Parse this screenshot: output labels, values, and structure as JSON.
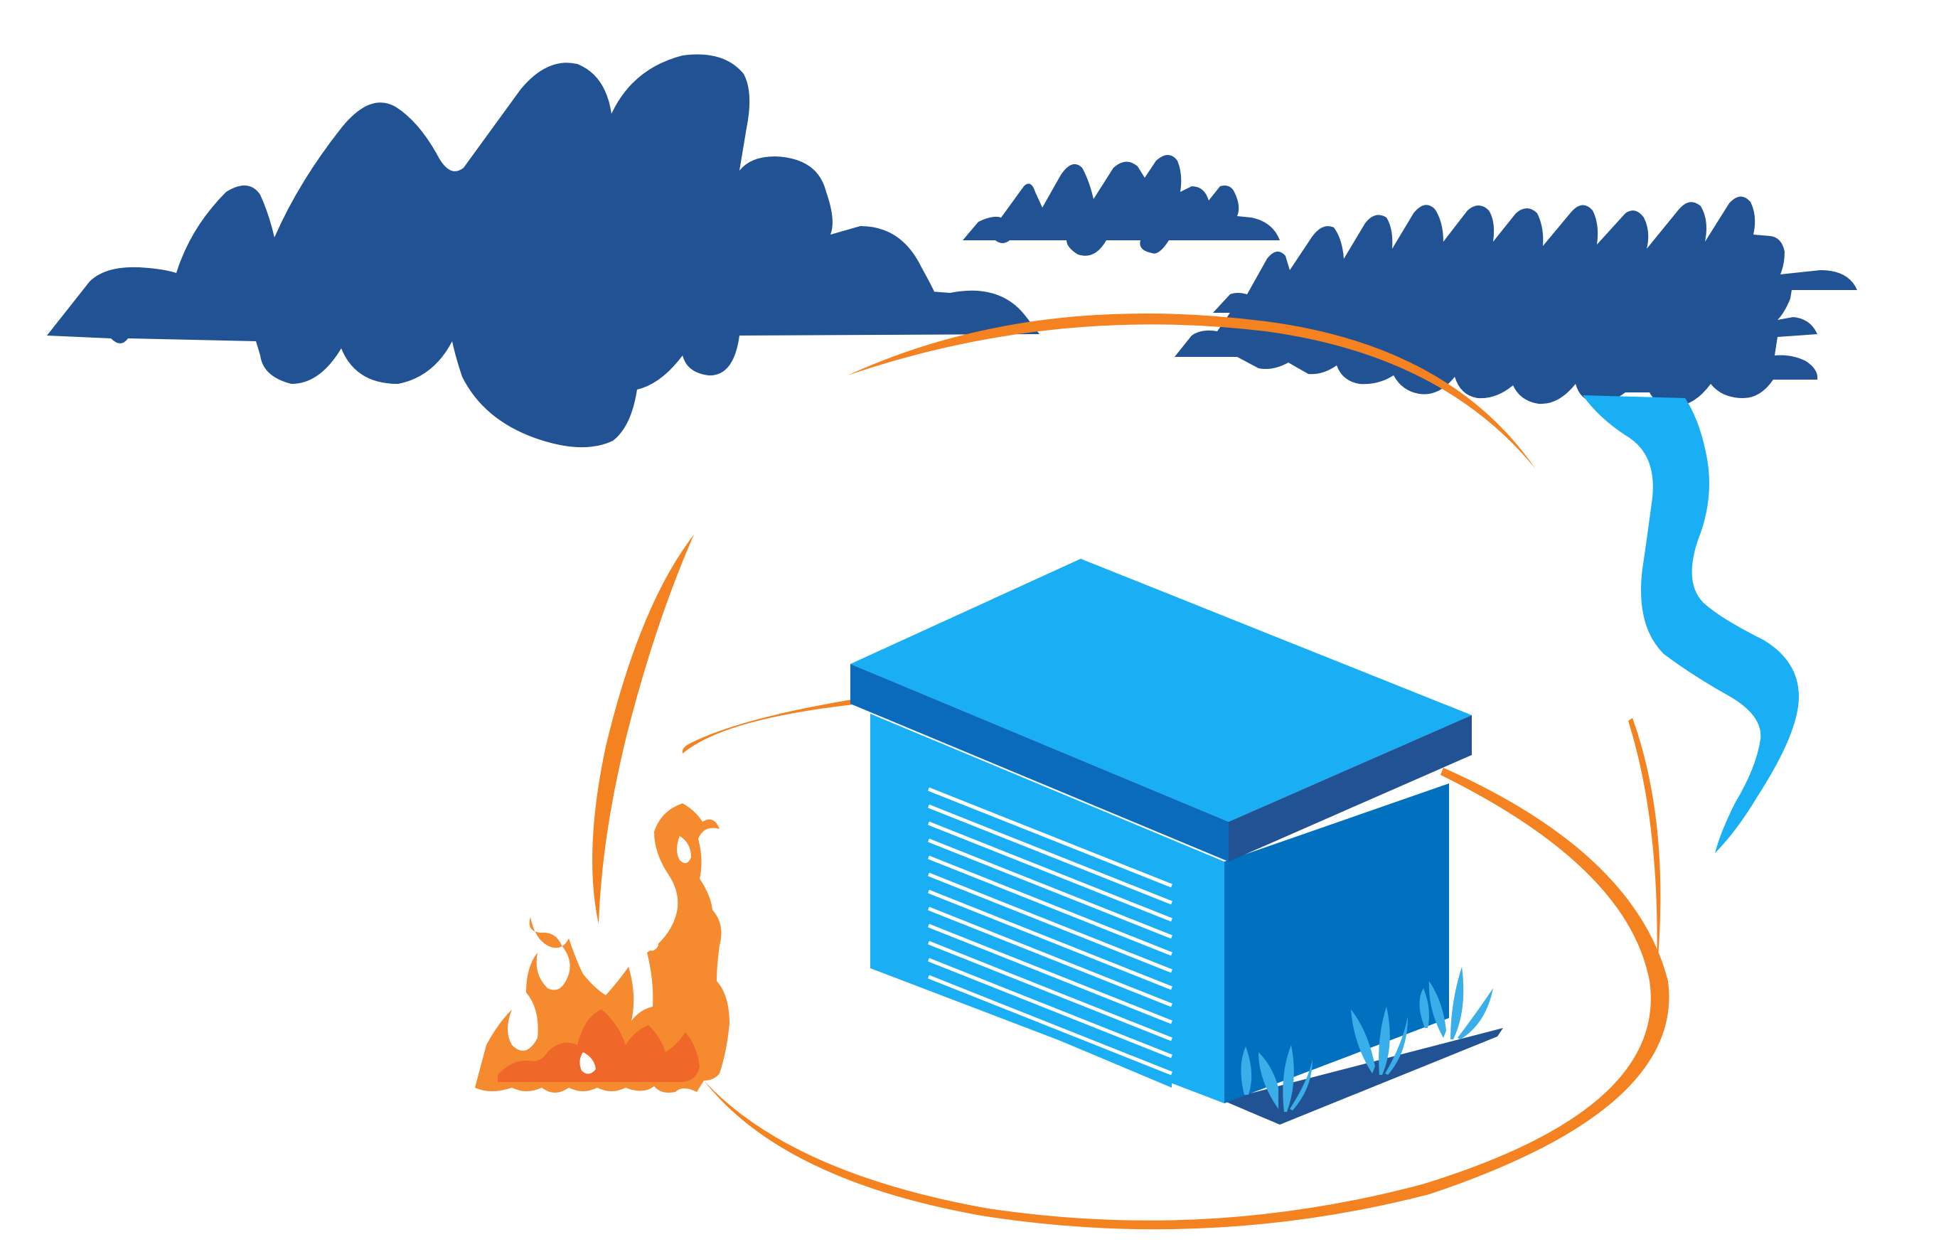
{
  "illustration": {
    "subject": "storage-unit-protected-from-hazards",
    "elements": [
      "storm-clouds",
      "tornado",
      "wildfire",
      "protective-rings",
      "storage-unit",
      "plants"
    ]
  },
  "colors": {
    "background": "#ffffff",
    "cloud": "#215394",
    "tornado": "#1aaff5",
    "ring": "#f58220",
    "fire_light": "#f58a2e",
    "fire_dark": "#f0672a",
    "unit_front": "#1aaff5",
    "unit_side": "#0070bf",
    "unit_roof_top": "#1aaff5",
    "unit_roof_edge_front": "#0a6bbd",
    "unit_roof_edge_side": "#215394",
    "door_slats": "#ffffff",
    "ground": "#215394",
    "plant": "#3aaee8"
  }
}
